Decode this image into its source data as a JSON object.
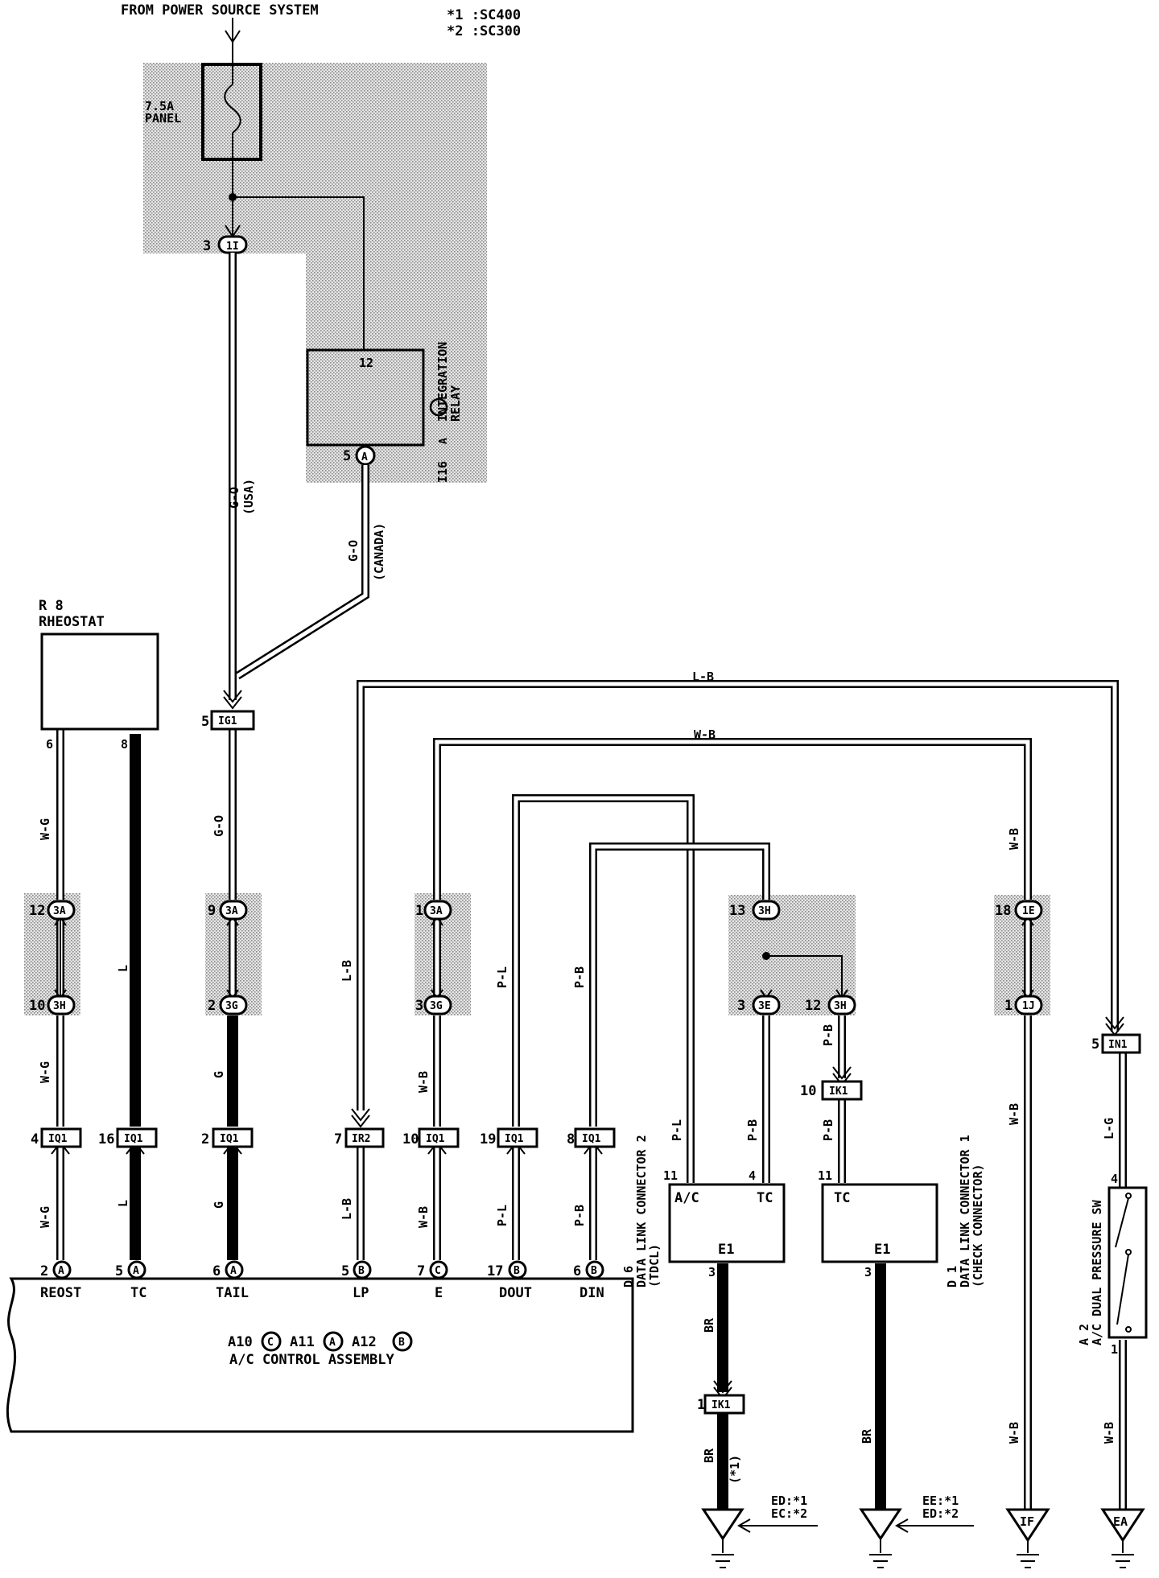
{
  "header": {
    "power_source": "FROM POWER SOURCE SYSTEM",
    "note_1": "*1 :SC400",
    "note_2": "*2 :SC300"
  },
  "fuse": {
    "rating": "7.5A",
    "name": "PANEL"
  },
  "relay": {
    "code": "I16",
    "connector": "A",
    "name_1": "INTEGRATION",
    "name_2": "RELAY",
    "pin_in": "12",
    "pin_out": "5",
    "pin_out_conn": "A"
  },
  "rheostat": {
    "code": "R 8",
    "name": "RHEOSTAT",
    "pin_a": "6",
    "pin_b": "8"
  },
  "ac_control": {
    "codes": {
      "a10": "A10",
      "a10_conn": "C",
      "a11": "A11",
      "a11_conn": "A",
      "a12": "A12",
      "a12_conn": "B"
    },
    "name": "A/C CONTROL ASSEMBLY",
    "terminals": [
      {
        "pin": "2",
        "conn": "A",
        "label": "REOST"
      },
      {
        "pin": "5",
        "conn": "A",
        "label": "TC"
      },
      {
        "pin": "6",
        "conn": "A",
        "label": "TAIL"
      },
      {
        "pin": "5",
        "conn": "B",
        "label": "LP"
      },
      {
        "pin": "7",
        "conn": "C",
        "label": "E"
      },
      {
        "pin": "17",
        "conn": "B",
        "label": "DOUT"
      },
      {
        "pin": "6",
        "conn": "B",
        "label": "DIN"
      }
    ]
  },
  "dlc2": {
    "code": "D 6",
    "name_1": "DATA LINK CONNECTOR 2",
    "name_2": "(TDCL)",
    "pin_ac": "11",
    "pin_tc": "4",
    "pin_e1": "3",
    "lbl_ac": "A/C",
    "lbl_tc": "TC",
    "lbl_e1": "E1"
  },
  "dlc1": {
    "code": "D 1",
    "name_1": "DATA LINK CONNECTOR 1",
    "name_2": "(CHECK CONNECTOR)",
    "pin_tc": "11",
    "pin_e1": "3",
    "lbl_tc": "TC",
    "lbl_e1": "E1"
  },
  "pressure_sw": {
    "code": "A 2",
    "name": "A/C DUAL PRESSURE SW",
    "pin_top": "4",
    "pin_bottom": "1"
  },
  "connectors": {
    "c_1i": {
      "pin": "3",
      "id": "1I"
    },
    "c_1g1": {
      "pin": "5",
      "id": "IG1"
    },
    "c_3a_a": {
      "pin": "12",
      "id": "3A"
    },
    "c_3h_a": {
      "pin": "10",
      "id": "3H"
    },
    "c_3a_b": {
      "pin": "9",
      "id": "3A"
    },
    "c_3g_b": {
      "pin": "2",
      "id": "3G"
    },
    "c_3a_c": {
      "pin": "1",
      "id": "3A"
    },
    "c_3g_c": {
      "pin": "3",
      "id": "3G"
    },
    "c_3h_d": {
      "pin": "13",
      "id": "3H"
    },
    "c_3e_d": {
      "pin": "3",
      "id": "3E"
    },
    "c_3h_e": {
      "pin": "12",
      "id": "3H"
    },
    "c_1e": {
      "pin": "18",
      "id": "1E"
    },
    "c_1j": {
      "pin": "1",
      "id": "1J"
    },
    "iq_1": {
      "pin": "4",
      "id": "IQ1"
    },
    "iq_2": {
      "pin": "16",
      "id": "IQ1"
    },
    "iq_3": {
      "pin": "2",
      "id": "IQ1"
    },
    "ir2": {
      "pin": "7",
      "id": "IR2"
    },
    "iq_4": {
      "pin": "10",
      "id": "IQ1"
    },
    "iq_5": {
      "pin": "19",
      "id": "IQ1"
    },
    "iq_6": {
      "pin": "8",
      "id": "IQ1"
    },
    "ik1_a": {
      "pin": "10",
      "id": "IK1"
    },
    "ik1_b": {
      "pin": "1",
      "id": "IK1"
    },
    "in1": {
      "pin": "5",
      "id": "IN1"
    }
  },
  "wires": {
    "go_usa": "G-O",
    "usa": "(USA)",
    "go_can": "G-O",
    "canada": "(CANADA)",
    "go_mid": "G-O",
    "wg_1": "W-G",
    "wg_2": "W-G",
    "wg_3": "W-G",
    "l_1": "L",
    "l_2": "L",
    "g_1": "G",
    "g_2": "G",
    "lb_top": "L-B",
    "lb_1": "L-B",
    "lb_2": "L-B",
    "lg": "L-G",
    "wb_top": "W-B",
    "wb_1": "W-B",
    "wb_2": "W-B",
    "wb_r1": "W-B",
    "wb_r2": "W-B",
    "wb_r3": "W-B",
    "wb_r4": "W-B",
    "pl_1": "P-L",
    "pl_2": "P-L",
    "pl_3": "P-L",
    "pb_1": "P-B",
    "pb_2": "P-B",
    "pb_3": "P-B",
    "pb_4": "P-B",
    "pb_5": "P-B",
    "br_1": "BR",
    "br_2": "BR",
    "star1": "(*1)"
  },
  "grounds": {
    "g1_a": "ED:*1",
    "g1_b": "EC:*2",
    "g2_a": "EE:*1",
    "g2_b": "ED:*2",
    "g3": "IF",
    "g4": "EA"
  }
}
